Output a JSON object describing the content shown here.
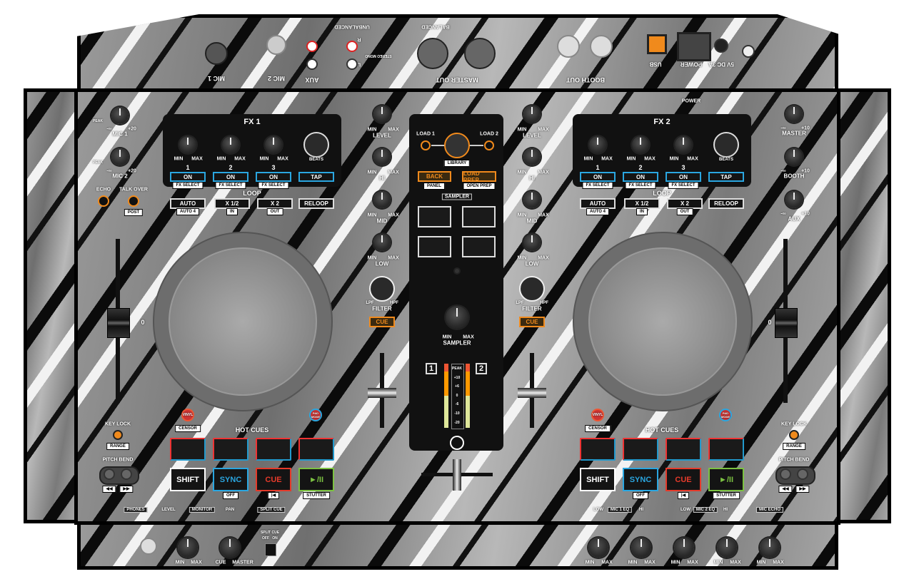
{
  "rear_panel": {
    "mic1": "MIC 1",
    "mic2": "MIC 2",
    "aux": "AUX",
    "unbalanced": "UNBALANCED",
    "balanced": "BALANCED",
    "master_out": "MASTER OUT",
    "booth_out": "BOOTH OUT",
    "usb": "USB",
    "power": "POWER",
    "dc": "5V DC 3A",
    "r": "R",
    "l": "L",
    "stereo_mono": "STEREO MONO"
  },
  "power_indicator": "POWER",
  "mic_section": {
    "mic1": "MIC 1",
    "mic2": "MIC 2",
    "peak": "PEAK",
    "min": "-∞",
    "max": "+20",
    "echo": "ECHO",
    "talk_over": "TALK OVER",
    "post": "POST"
  },
  "output_section": {
    "master": "MASTER",
    "booth": "BOOTH",
    "aux": "AUX",
    "min": "-∞",
    "max": "+10"
  },
  "decks": [
    {
      "fx": {
        "title": "FX 1",
        "knobs": [
          {
            "number": "1",
            "min": "MIN",
            "max": "MAX",
            "on": "ON",
            "select": "FX SELECT"
          },
          {
            "number": "2",
            "min": "MIN",
            "max": "MAX",
            "on": "ON",
            "select": "FX SELECT"
          },
          {
            "number": "3",
            "min": "MIN",
            "max": "MAX",
            "on": "ON",
            "select": "FX SELECT"
          }
        ],
        "beats": "BEATS",
        "tap": "TAP"
      },
      "loop": {
        "title": "LOOP",
        "buttons": [
          {
            "label": "AUTO",
            "sub": "AUTO 4"
          },
          {
            "label": "X 1/2",
            "sub": "IN"
          },
          {
            "label": "X 2",
            "sub": "OUT"
          },
          {
            "label": "RELOOP",
            "sub": ""
          }
        ]
      },
      "hot_cues": {
        "title": "HOT CUES",
        "vinyl": "VINYL",
        "censor": "CENSOR",
        "pad_mode": "PAD MODE"
      },
      "transport": [
        {
          "label": "SHIFT",
          "sub": ""
        },
        {
          "label": "SYNC",
          "sub": "OFF"
        },
        {
          "label": "CUE",
          "sub": "|◀"
        },
        {
          "label": "►/II",
          "sub": "STUTTER"
        }
      ],
      "key_lock": "KEY LOCK",
      "range": "RANGE",
      "pitch_bend": "PITCH BEND",
      "pitch_zero": "0",
      "rew": "◀◀",
      "ffw": "▶▶",
      "mixer": {
        "level": "LEVEL",
        "hi": "HI",
        "mid": "MID",
        "low": "LOW",
        "filter": "FILTER",
        "lpf": "LPF",
        "hpf": "HPF",
        "cue": "CUE",
        "min": "MIN",
        "max": "MAX"
      }
    },
    {
      "fx": {
        "title": "FX 2",
        "knobs": [
          {
            "number": "1",
            "min": "MIN",
            "max": "MAX",
            "on": "ON",
            "select": "FX SELECT"
          },
          {
            "number": "2",
            "min": "MIN",
            "max": "MAX",
            "on": "ON",
            "select": "FX SELECT"
          },
          {
            "number": "3",
            "min": "MIN",
            "max": "MAX",
            "on": "ON",
            "select": "FX SELECT"
          }
        ],
        "beats": "BEATS",
        "tap": "TAP"
      },
      "loop": {
        "title": "LOOP",
        "buttons": [
          {
            "label": "AUTO",
            "sub": "AUTO 4"
          },
          {
            "label": "X 1/2",
            "sub": "IN"
          },
          {
            "label": "X 2",
            "sub": "OUT"
          },
          {
            "label": "RELOOP",
            "sub": ""
          }
        ]
      },
      "hot_cues": {
        "title": "HOT CUES",
        "vinyl": "VINYL",
        "censor": "CENSOR",
        "pad_mode": "PAD MODE"
      },
      "transport": [
        {
          "label": "SHIFT",
          "sub": ""
        },
        {
          "label": "SYNC",
          "sub": "OFF"
        },
        {
          "label": "CUE",
          "sub": "|◀"
        },
        {
          "label": "►/II",
          "sub": "STUTTER"
        }
      ],
      "key_lock": "KEY LOCK",
      "range": "RANGE",
      "pitch_bend": "PITCH BEND",
      "pitch_zero": "0",
      "rew": "◀◀",
      "ffw": "▶▶",
      "mixer": {
        "level": "LEVEL",
        "hi": "HI",
        "mid": "MID",
        "low": "LOW",
        "filter": "FILTER",
        "lpf": "LPF",
        "hpf": "HPF",
        "cue": "CUE",
        "min": "MIN",
        "max": "MAX"
      }
    }
  ],
  "center": {
    "load1": "LOAD 1",
    "load2": "LOAD 2",
    "library": "LIBRARY",
    "back": "BACK",
    "panel": "PANEL",
    "load_prep": "LOAD PREP",
    "open_prep": "OPEN PREP",
    "sampler_title": "SAMPLER",
    "sampler_knob": "SAMPLER",
    "min": "MIN",
    "max": "MAX",
    "ch1": "1",
    "ch2": "2",
    "meter_scale": [
      "PEAK",
      "+10",
      "+6",
      "0",
      "-6",
      "-10",
      "-20"
    ]
  },
  "front_labels": {
    "phones": "PHONES",
    "level": "LEVEL",
    "monitor": "MONITOR",
    "pan": "PAN",
    "split_cue": "SPLIT CUE",
    "low": "LOW",
    "hi": "HI",
    "mic1_eq": "MIC 1 EQ",
    "mic2_eq": "MIC 2 EQ",
    "mic_echo": "MIC ECHO"
  },
  "front_panel": {
    "min": "MIN",
    "max": "MAX",
    "cue": "CUE",
    "master": "MASTER",
    "split_cue": "SPLIT CUE",
    "off": "OFF",
    "on": "ON"
  },
  "colors": {
    "orange": "#f08a1c",
    "blue": "#2aa6e0",
    "red": "#e53a2a",
    "green": "#7cc242",
    "panel": "#111111"
  }
}
